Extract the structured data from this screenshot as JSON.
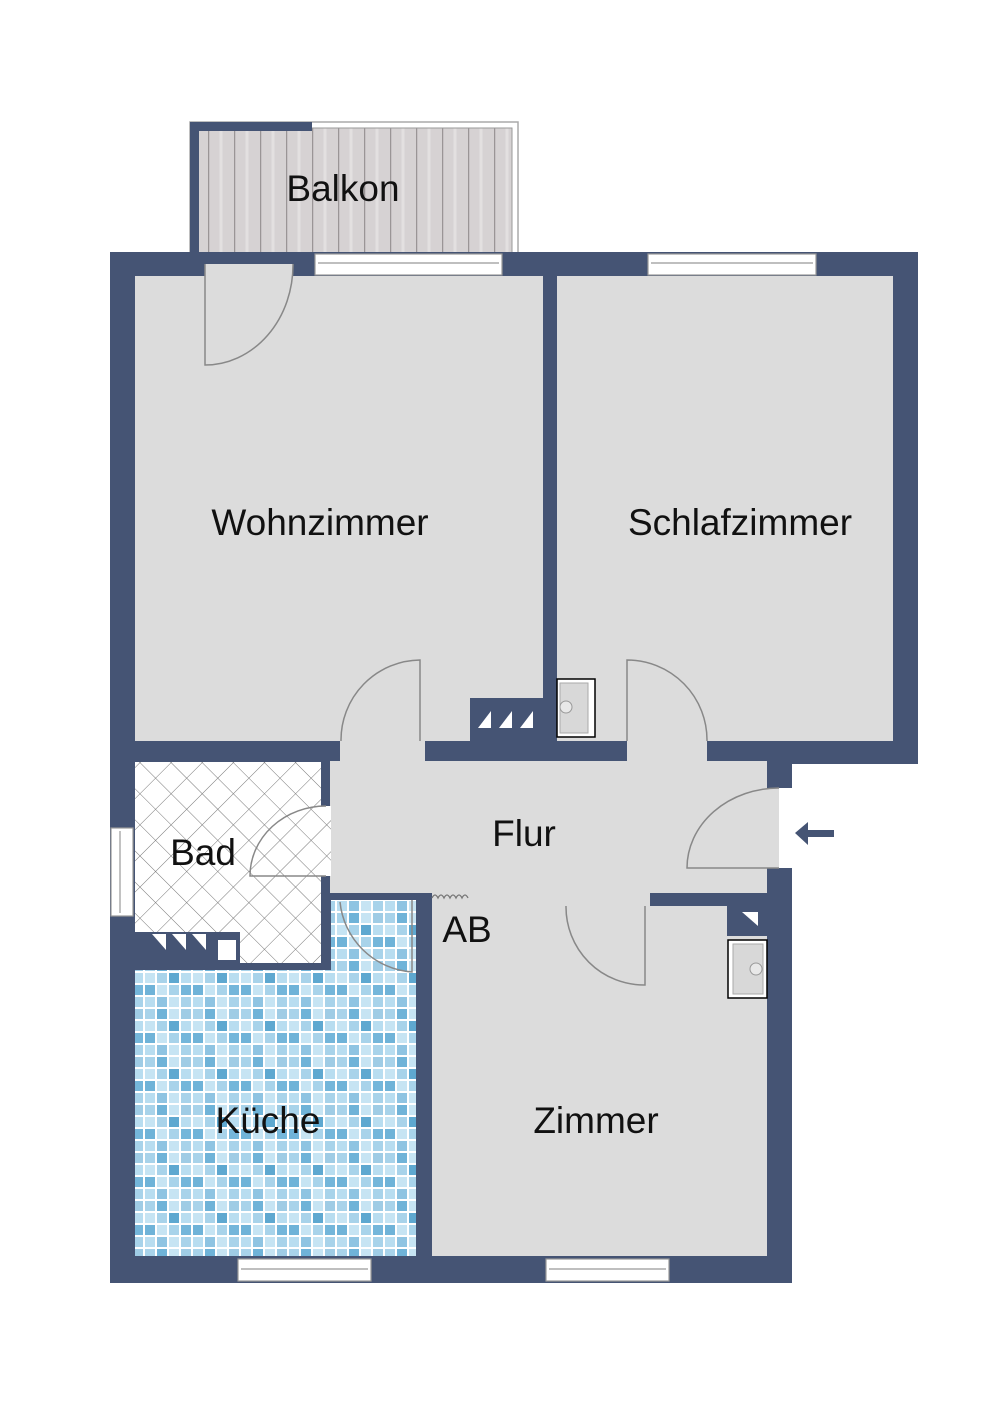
{
  "plan": {
    "type": "floor plan",
    "colors": {
      "wall": "#455474",
      "floor": "#dcdcdc",
      "balcony": "#d3cfd0",
      "bath_tile": "#ffffff",
      "kitchen_tile": "#a9d4ea",
      "door_swing": "#888888"
    },
    "rooms": {
      "balkon": "Balkon",
      "wohnzimmer": "Wohnzimmer",
      "schlafzimmer": "Schlafzimmer",
      "flur": "Flur",
      "bad": "Bad",
      "kueche": "Küche",
      "zimmer": "Zimmer",
      "ab": "AB"
    },
    "symbols": [
      "entrance-arrow",
      "radiator",
      "chimney-shaft",
      "heater-wave"
    ]
  }
}
